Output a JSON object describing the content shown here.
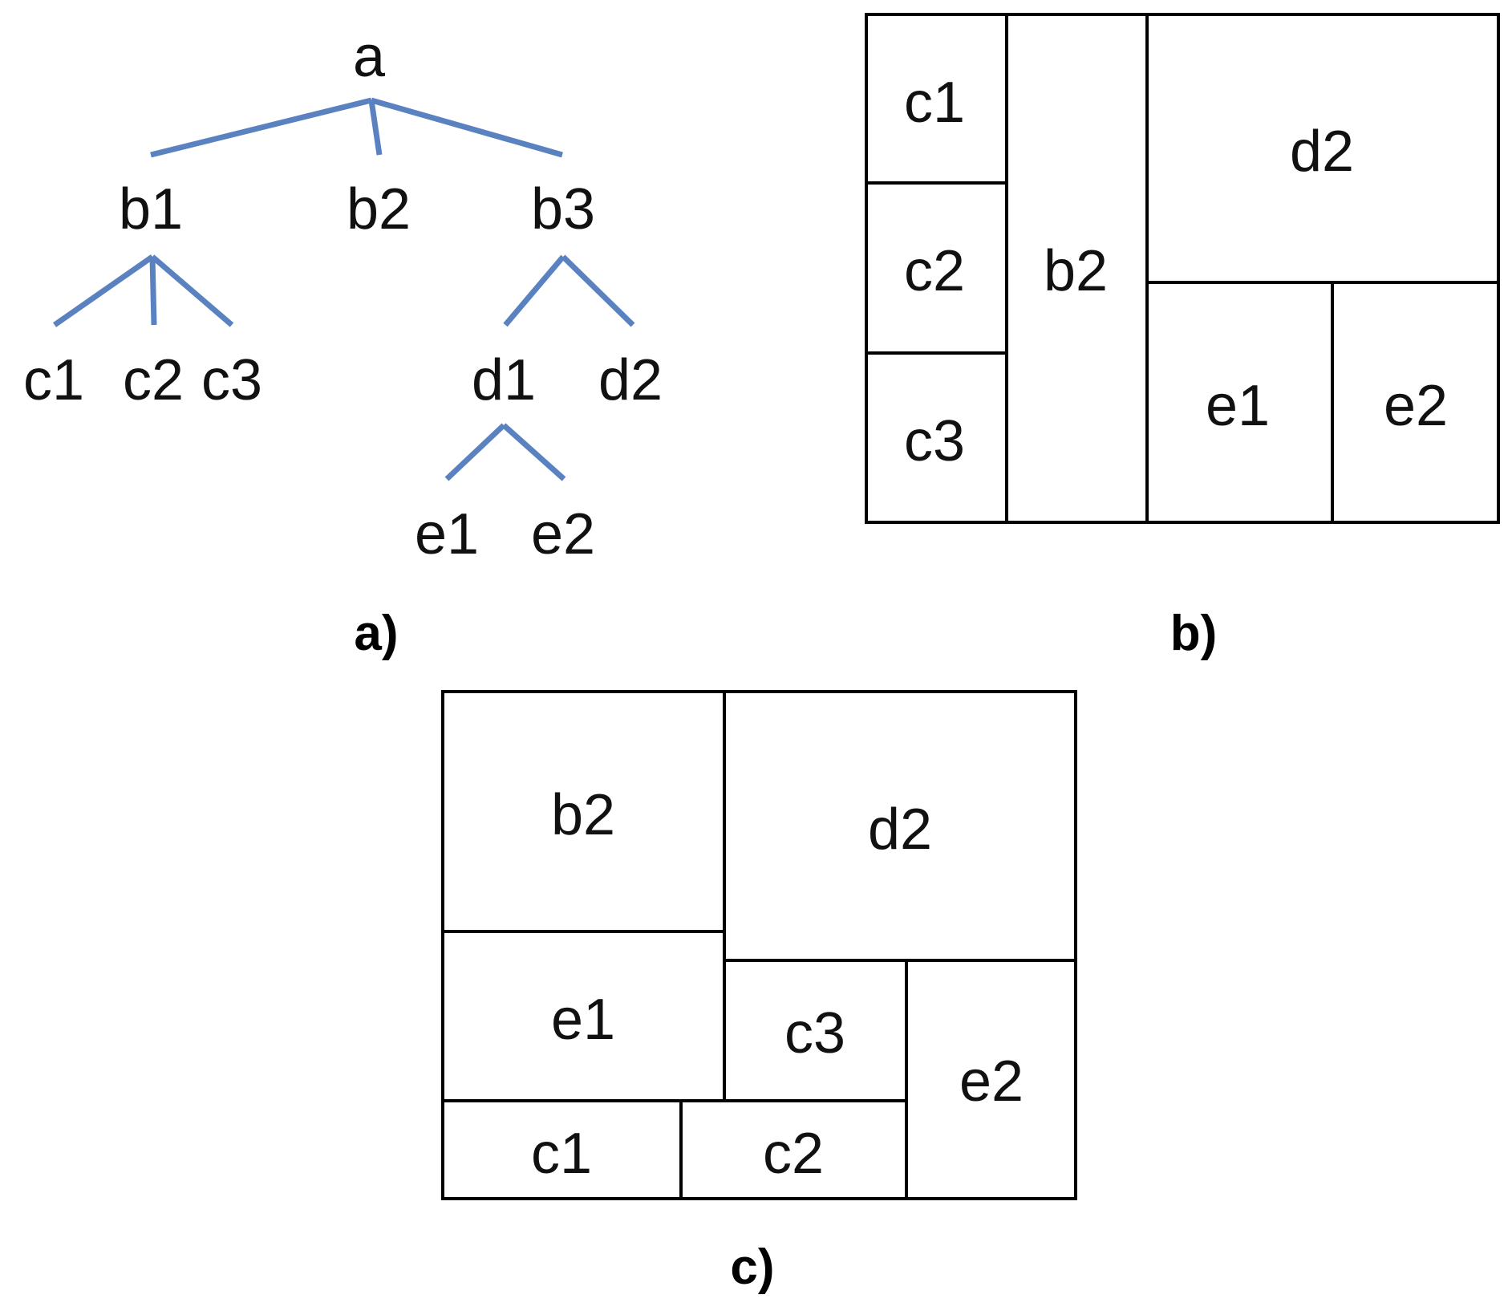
{
  "panels": {
    "a": "a)",
    "b": "b)",
    "c": "c)"
  },
  "tree": {
    "nodes": {
      "a": "a",
      "b1": "b1",
      "b2": "b2",
      "b3": "b3",
      "c1": "c1",
      "c2": "c2",
      "c3": "c3",
      "d1": "d1",
      "d2": "d2",
      "e1": "e1",
      "e2": "e2"
    },
    "edges": [
      [
        "a",
        "b1"
      ],
      [
        "a",
        "b2"
      ],
      [
        "a",
        "b3"
      ],
      [
        "b1",
        "c1"
      ],
      [
        "b1",
        "c2"
      ],
      [
        "b1",
        "c3"
      ],
      [
        "b3",
        "d1"
      ],
      [
        "b3",
        "d2"
      ],
      [
        "d1",
        "e1"
      ],
      [
        "d1",
        "e2"
      ]
    ],
    "edge_color": "#5b82c0"
  },
  "treemap_b": {
    "cells": {
      "c1": "c1",
      "c2": "c2",
      "c3": "c3",
      "b2": "b2",
      "d2": "d2",
      "e1": "e1",
      "e2": "e2"
    }
  },
  "treemap_c": {
    "cells": {
      "b2": "b2",
      "d2": "d2",
      "e1": "e1",
      "c3": "c3",
      "e2": "e2",
      "c1": "c1",
      "c2": "c2"
    }
  }
}
